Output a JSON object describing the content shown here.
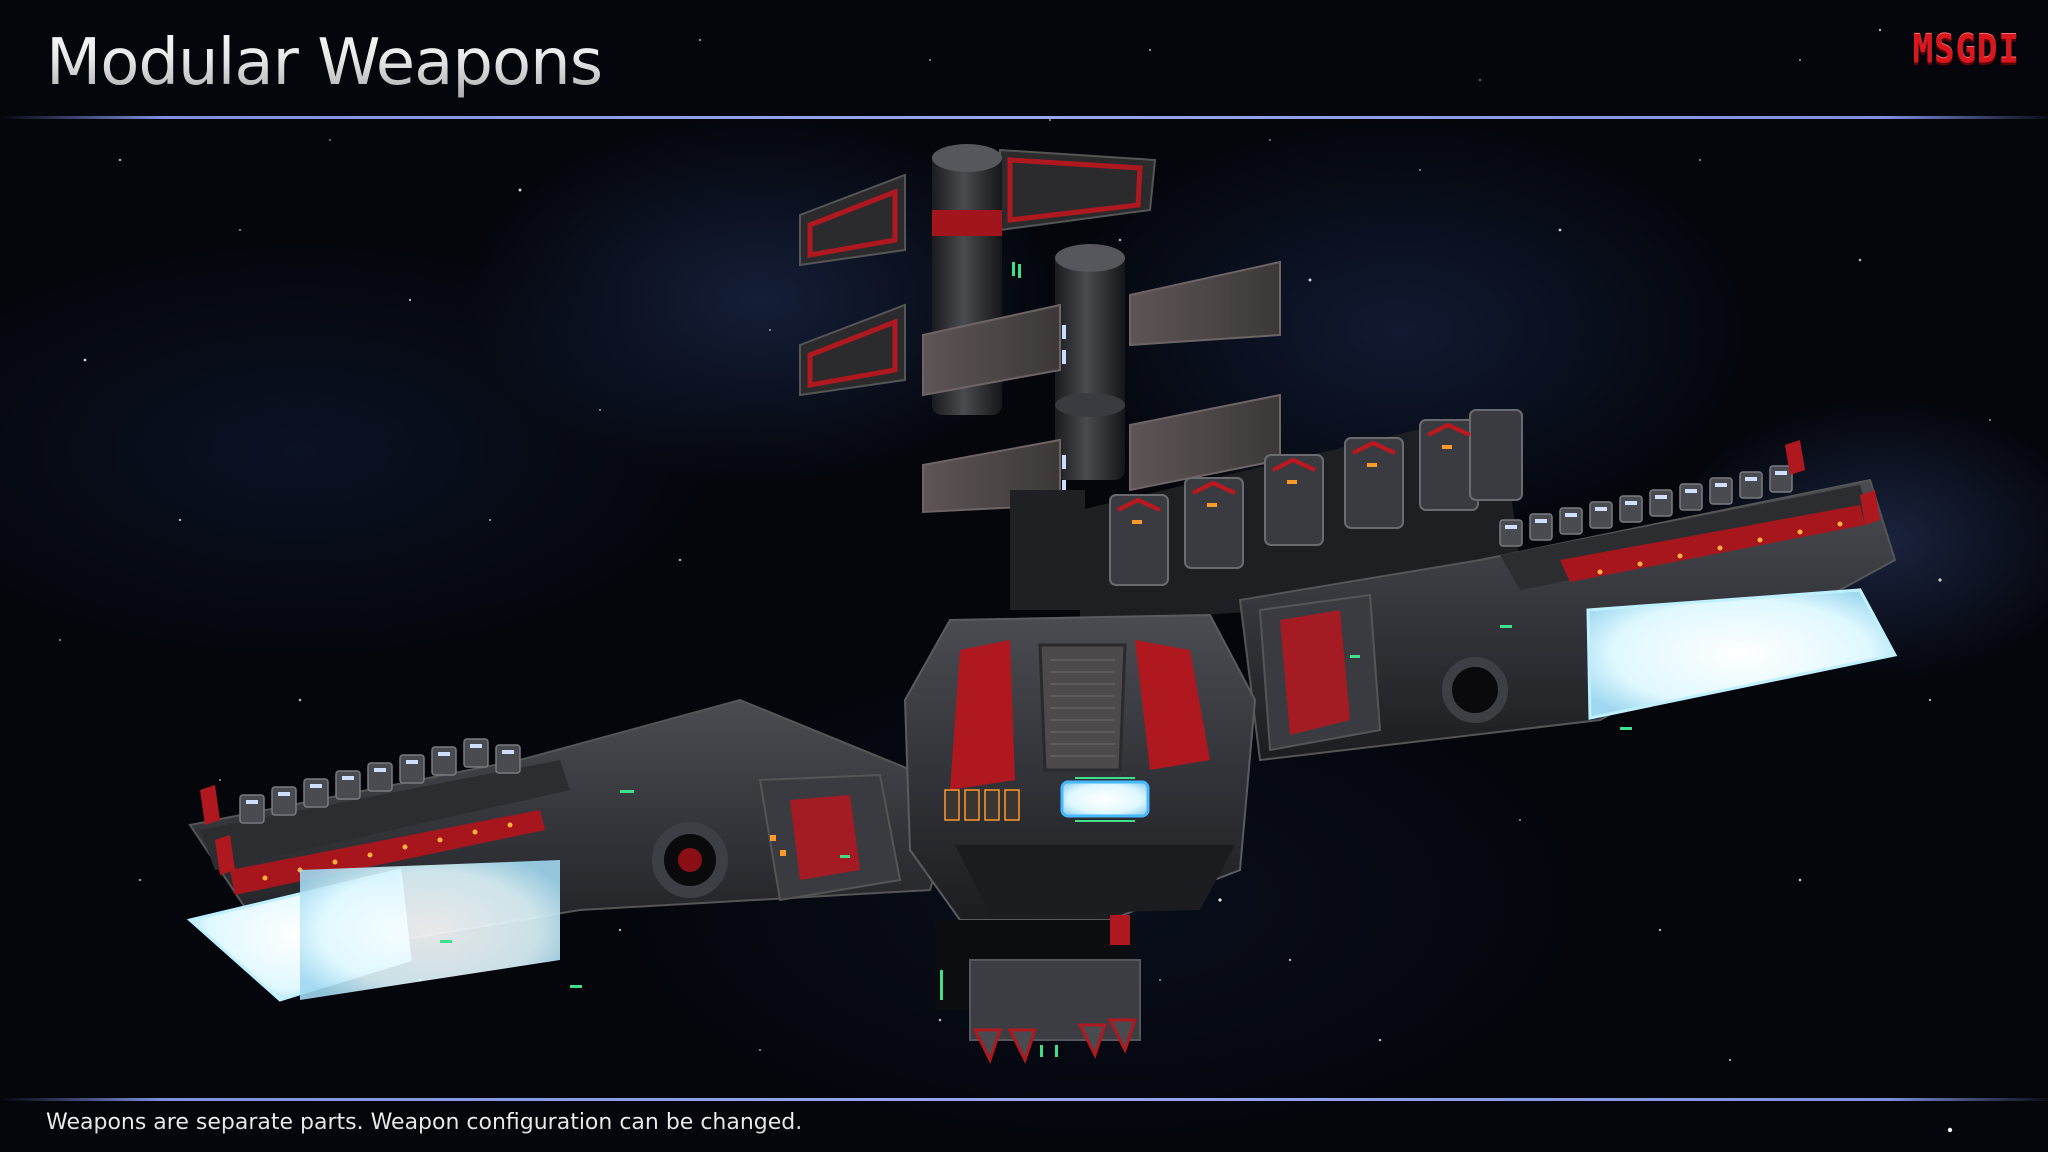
{
  "slide": {
    "title": "Modular Weapons",
    "logo_text": "MSGDI",
    "caption": "Weapons are separate parts. Weapon configuration can be changed."
  },
  "colors": {
    "background": "#04060c",
    "rule": "#9aa8f0",
    "logo_red": "#d8161b",
    "title_text": "#f2f2f2",
    "hull_dark": "#2a2c30",
    "hull_red": "#b01820",
    "glow_white": "#eaffff",
    "light_green": "#3fe08a",
    "light_orange": "#ff9a2a",
    "light_blue": "#b8d4ff"
  },
  "artwork": {
    "subject": "space-station-ship",
    "parts": [
      "top-weapon-tower",
      "left-weapon-arm",
      "right-weapon-arm",
      "central-core",
      "bottom-weapon-module",
      "upper-turret-bank"
    ]
  }
}
